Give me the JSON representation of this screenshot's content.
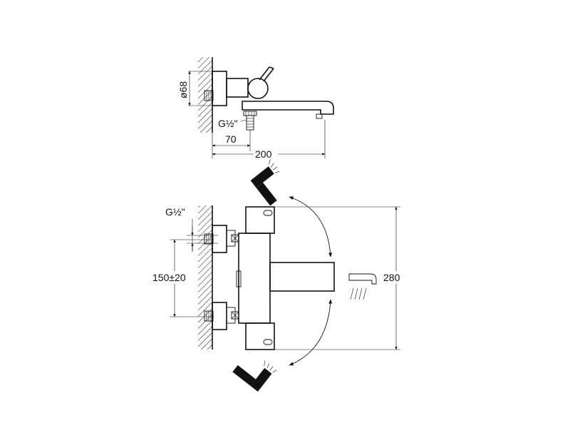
{
  "labels": {
    "diameter": "ø68",
    "thread_top": "G½\"",
    "dim_70": "70",
    "dim_200": "200",
    "thread_front": "G½\"",
    "center_distance": "150±20",
    "height": "280"
  },
  "icons": [
    "hand-shower-icon",
    "curved-arrow-icon",
    "spout-water-icon"
  ]
}
